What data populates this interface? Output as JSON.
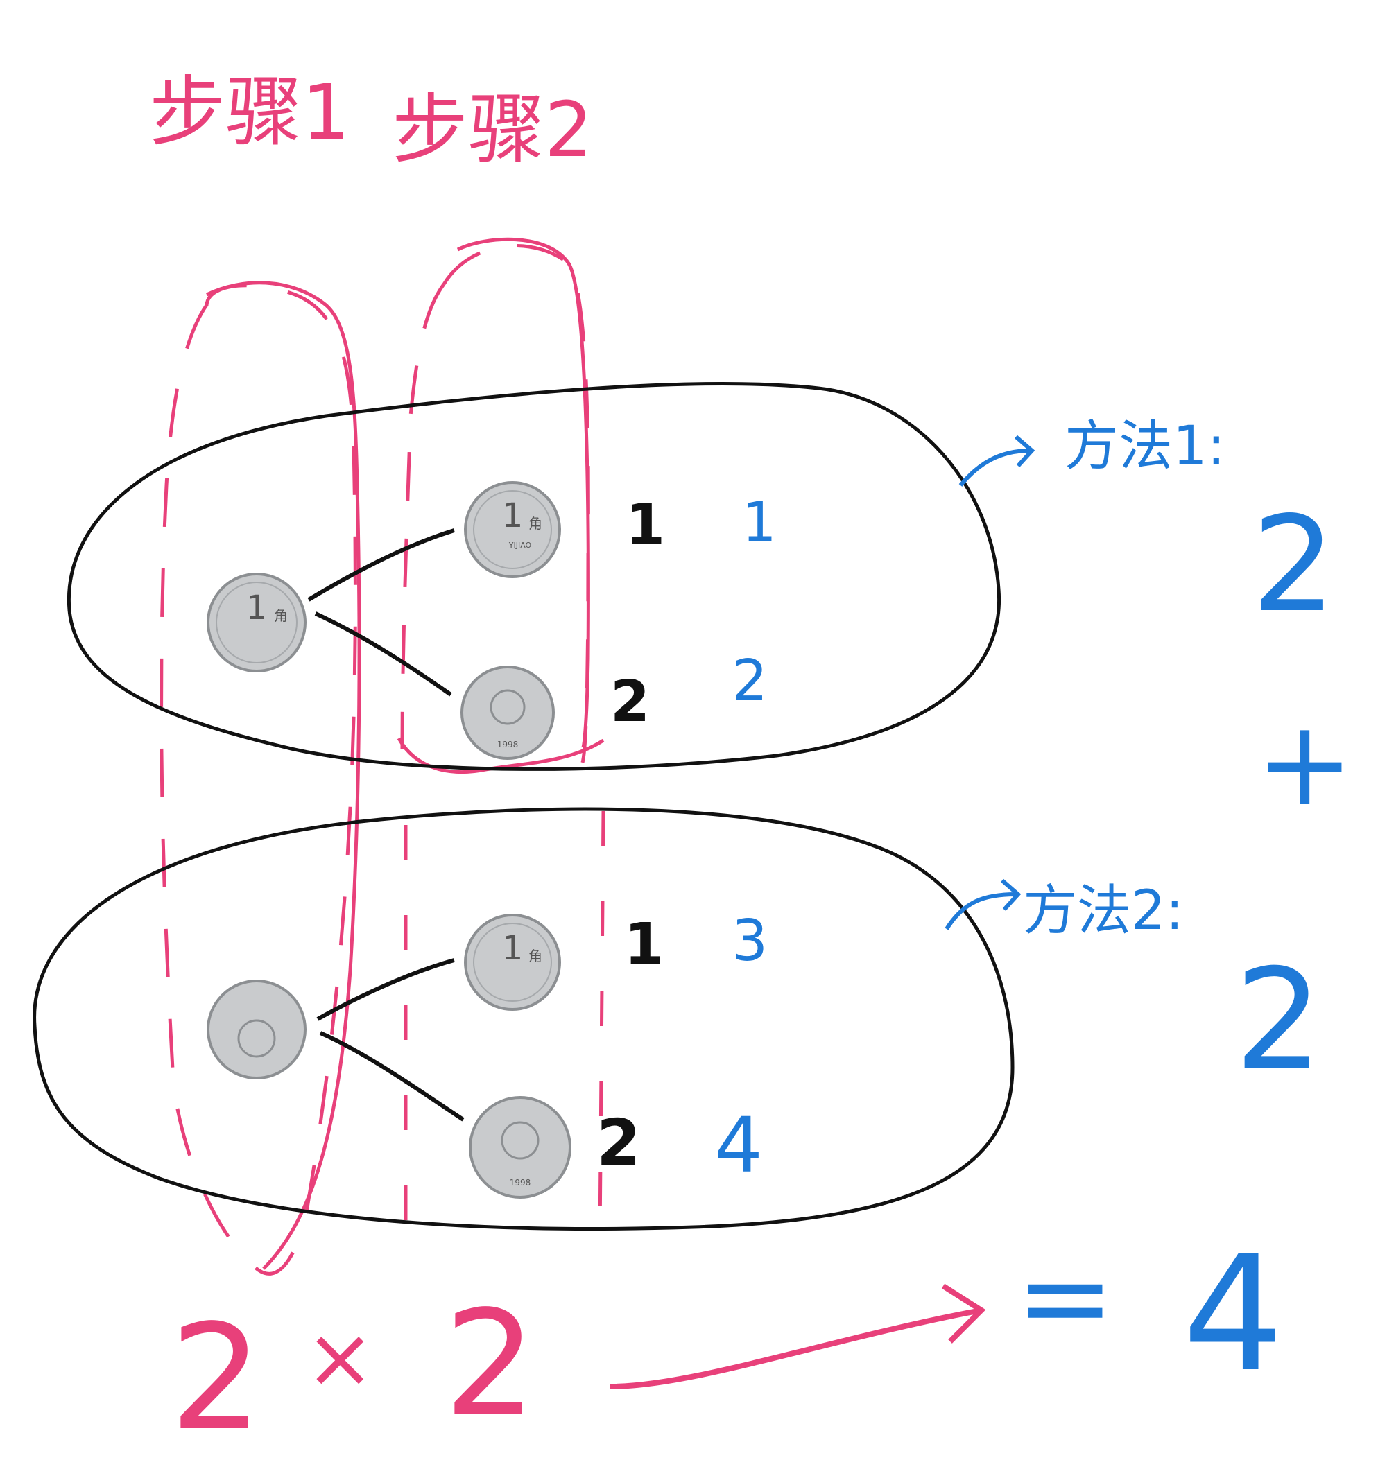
{
  "steps": {
    "step1": "步骤1",
    "step2": "步骤2"
  },
  "methods": {
    "method1": "方法1:",
    "method2": "方法2:"
  },
  "top_group": {
    "choice1": "1",
    "choice2": "2",
    "count1": "1",
    "count2": "2"
  },
  "bottom_group": {
    "choice1": "1",
    "choice2": "2",
    "count3": "3",
    "count4": "4"
  },
  "sum": {
    "a": "2",
    "plus": "+",
    "b": "2"
  },
  "product": {
    "a": "2",
    "times": "×",
    "b": "2"
  },
  "result": {
    "equals": "=",
    "value": "4"
  },
  "coin": {
    "denomination": "1",
    "unit": "角",
    "pinyin": "YIJIAO",
    "year": "1998"
  },
  "colors": {
    "pink": "#e8407a",
    "blue": "#1f7ad8",
    "black": "#111111"
  }
}
